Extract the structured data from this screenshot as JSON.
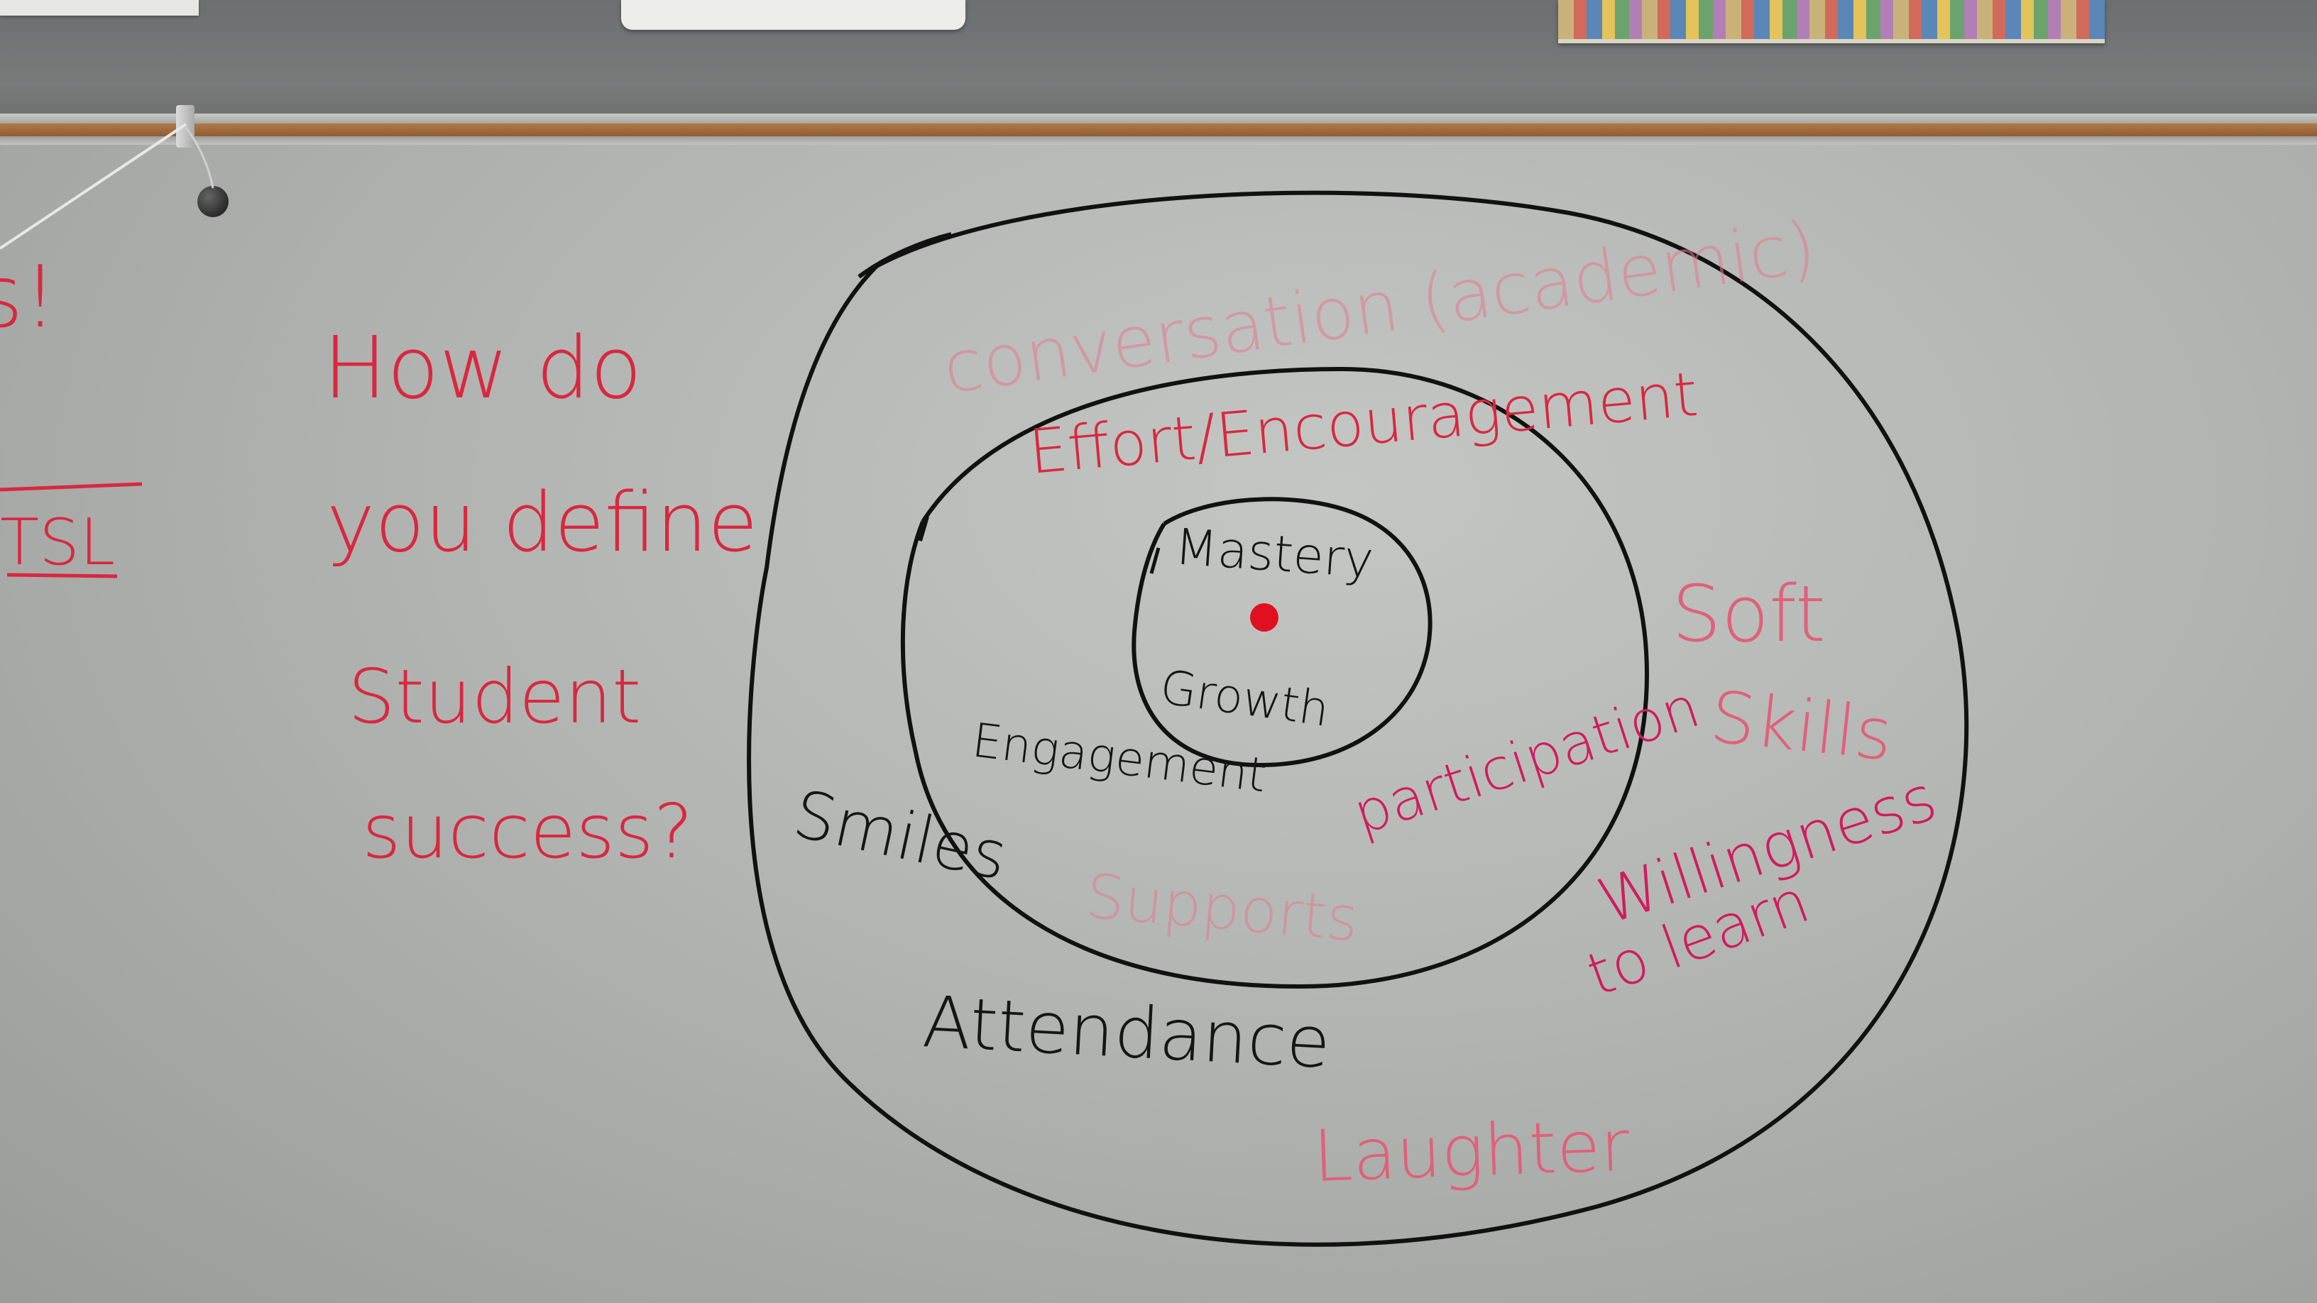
{
  "question": {
    "line1": "How do",
    "line2": "you define",
    "line3": "Student",
    "line4": "success?"
  },
  "edge_text": {
    "exclaim": "s!",
    "tsl": "TSL"
  },
  "inner_ring": {
    "top": "Mastery",
    "bottom": "Growth"
  },
  "middle_ring": {
    "top": "Effort/Encouragement",
    "left": "Engagement",
    "right": "participation",
    "bottom": "Supports"
  },
  "outer_ring": {
    "top": "conversation (academic)",
    "left_upper": "Smiles",
    "left_lower": "Attendance",
    "right_upper_line1": "Soft",
    "right_upper_line2": "Skills",
    "right_lower_line1": "Willingness",
    "right_lower_line2": "to learn",
    "bottom": "Laughter"
  },
  "colors": {
    "red_marker": "#d8283f",
    "black_marker": "#151515",
    "magenta_marker": "#d11b5c",
    "board": "#b8bab8",
    "wall": "#747877"
  }
}
